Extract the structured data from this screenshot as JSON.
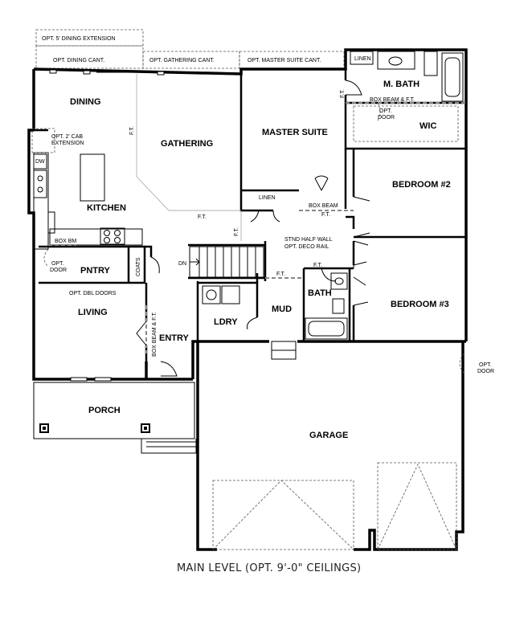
{
  "rooms": {
    "dining": "DINING",
    "gathering": "GATHERING",
    "master_suite": "MASTER SUITE",
    "m_bath": "M. BATH",
    "wic": "WIC",
    "bedroom2": "BEDROOM #2",
    "bedroom3": "BEDROOM #3",
    "kitchen": "KITCHEN",
    "pntry": "PNTRY",
    "living": "LIVING",
    "entry": "ENTRY",
    "ldry": "LDRY",
    "mud": "MUD",
    "bath": "BATH",
    "porch": "PORCH",
    "garage": "GARAGE"
  },
  "notes": {
    "opt_dining_extension": "OPT. 5' DINING EXTENSION",
    "opt_dining_cant": "OPT. DINING CANT.",
    "opt_gathering_cant": "OPT. GATHERING CANT.",
    "opt_master_suite_cant": "OPT. MASTER SUITE CANT.",
    "linen_top": "LINEN",
    "linen_mid": "LINEN",
    "ft": "F.T.",
    "box_beam_ft": "BOX BEAM & F.T.",
    "opt_door": "OPT.",
    "opt_door2": "DOOR",
    "opt_2_cab_1": "OPT. 2' CAB",
    "opt_2_cab_2": "EXTENSION",
    "dw": "DW",
    "box_bm": "BOX BM",
    "box_beam": "BOX BEAM",
    "stnd_half_wall_1": "STND HALF WALL",
    "stnd_half_wall_2": "OPT. DECO RAIL",
    "dn": "DN",
    "coats": "COATS",
    "opt_dbl_doors": "OPT. DBL DOORS",
    "box_beam_ft_vert": "BOX BEAM & F.T."
  },
  "caption": "MAIN LEVEL (OPT. 9'-0\" CEILINGS)"
}
